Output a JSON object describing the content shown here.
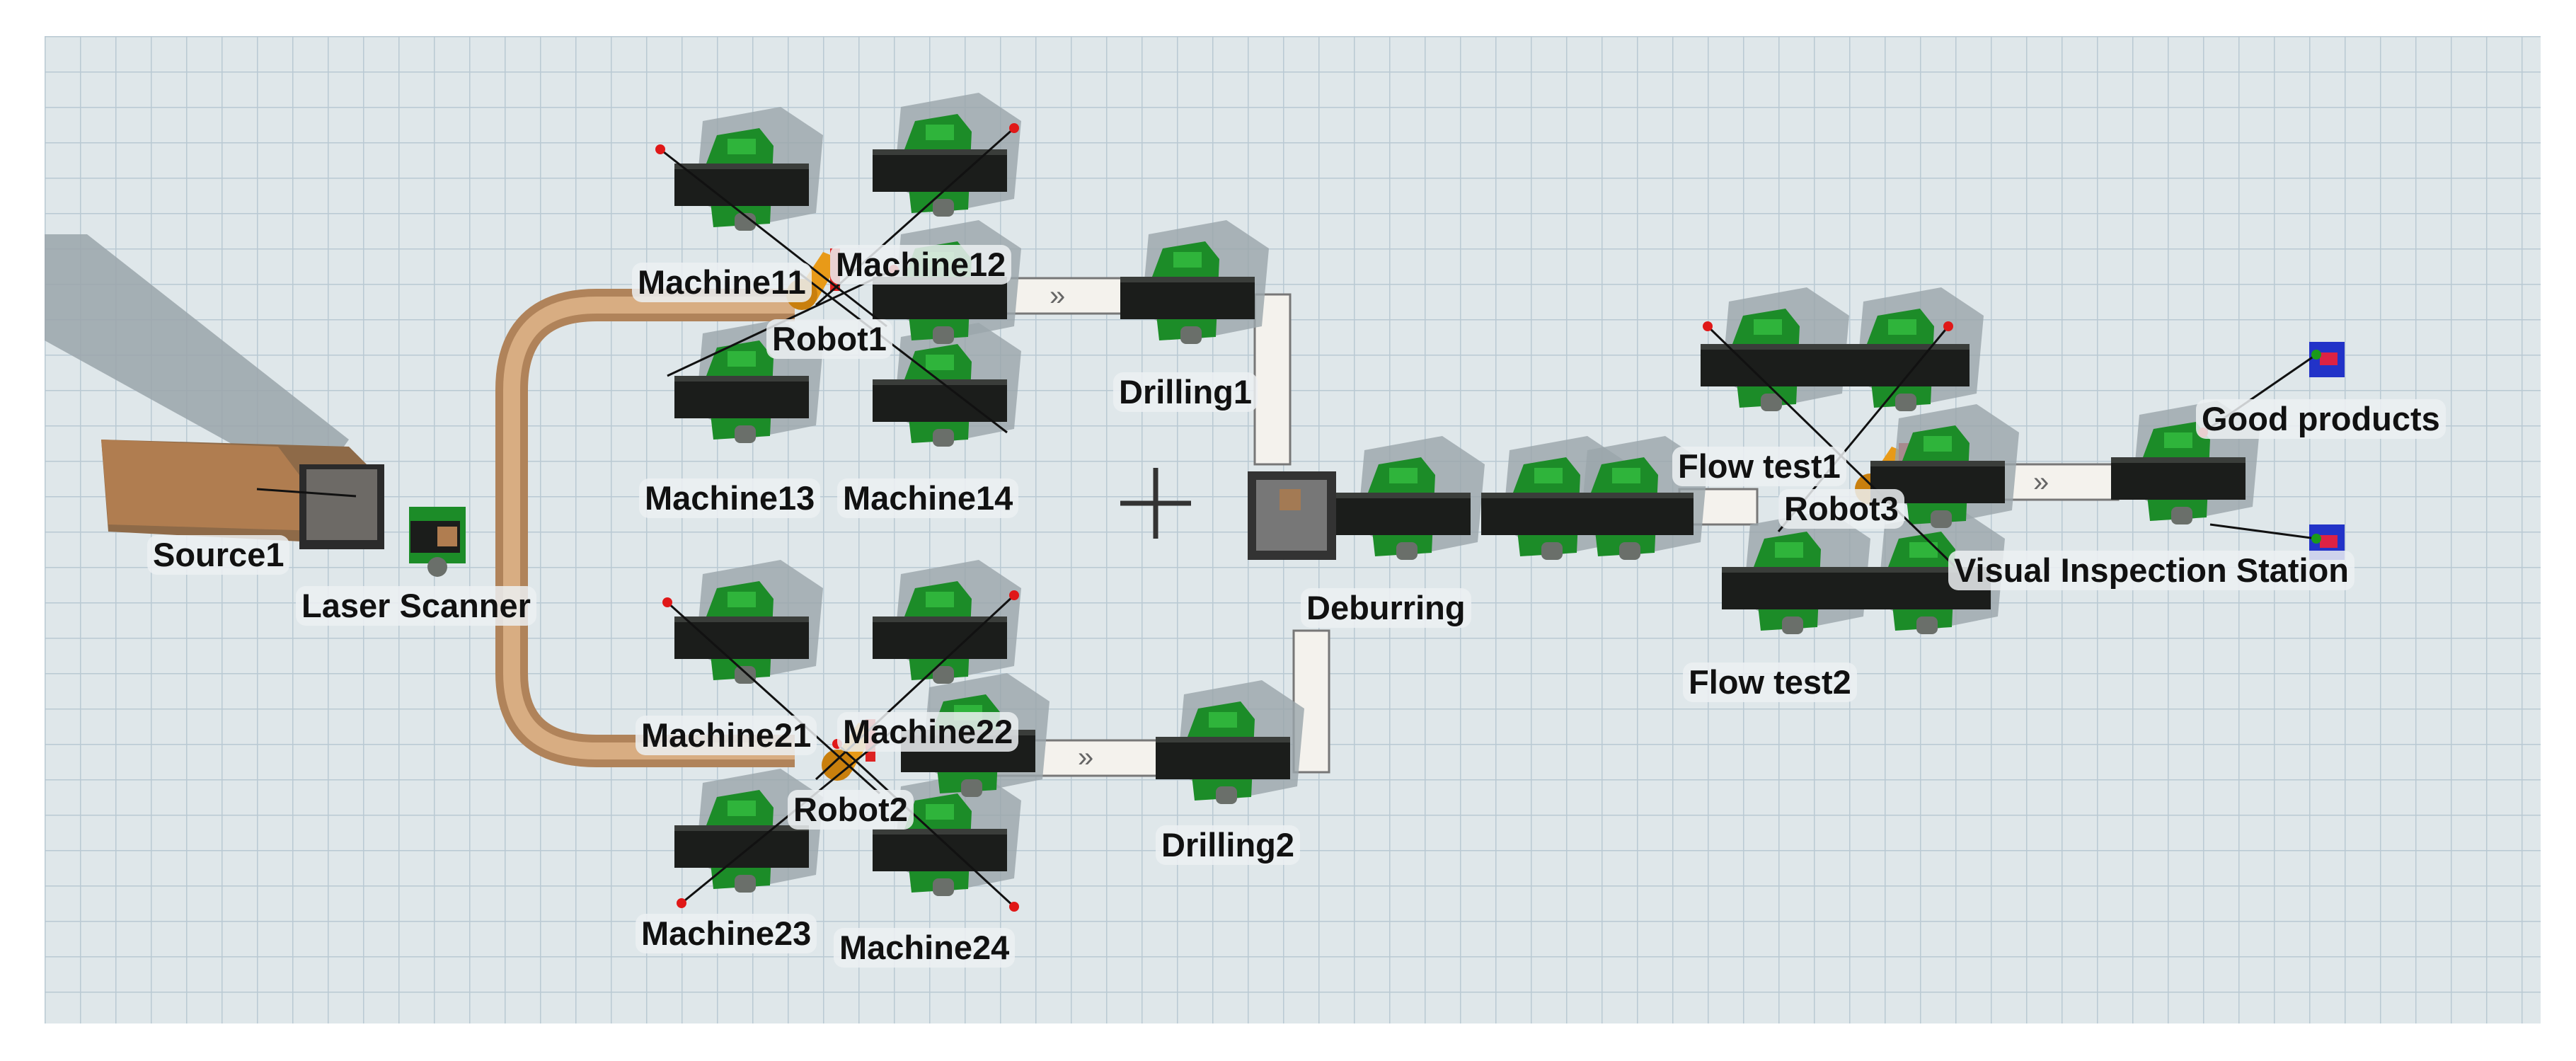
{
  "window": {
    "background": "#dfe7ea",
    "grid_color": "#b9c9d3"
  },
  "colors": {
    "conveyor_outer": "#b0835a",
    "conveyor_inner": "#d8ad82",
    "straight_conveyor": "#f4f2ed",
    "machine_base": "#1c8c28",
    "machine_body": "#1b1d1b",
    "robot": "#e89a18",
    "source_box": "#b07d50",
    "sink": "#2233c8",
    "shadow": "#9aa5aa"
  },
  "objects": [
    {
      "id": "source1",
      "label": "Source1",
      "type": "source",
      "icon": "source-stack"
    },
    {
      "id": "laser-scanner",
      "label": "Laser Scanner",
      "type": "processor",
      "icon": "machine-icon"
    },
    {
      "id": "machine11",
      "label": "Machine11",
      "type": "processor",
      "icon": "machine-icon"
    },
    {
      "id": "machine12",
      "label": "Machine12",
      "type": "processor",
      "icon": "machine-icon"
    },
    {
      "id": "machine13",
      "label": "Machine13",
      "type": "processor",
      "icon": "machine-icon"
    },
    {
      "id": "machine14",
      "label": "Machine14",
      "type": "processor",
      "icon": "machine-icon"
    },
    {
      "id": "robot1",
      "label": "Robot1",
      "type": "robot",
      "icon": "robot-arm-icon"
    },
    {
      "id": "machine21",
      "label": "Machine21",
      "type": "processor",
      "icon": "machine-icon"
    },
    {
      "id": "machine22",
      "label": "Machine22",
      "type": "processor",
      "icon": "machine-icon"
    },
    {
      "id": "machine23",
      "label": "Machine23",
      "type": "processor",
      "icon": "machine-icon"
    },
    {
      "id": "machine24",
      "label": "Machine24",
      "type": "processor",
      "icon": "machine-icon"
    },
    {
      "id": "robot2",
      "label": "Robot2",
      "type": "robot",
      "icon": "robot-arm-icon"
    },
    {
      "id": "drilling1",
      "label": "Drilling1",
      "type": "processor",
      "icon": "machine-icon"
    },
    {
      "id": "drilling2",
      "label": "Drilling2",
      "type": "processor",
      "icon": "machine-icon"
    },
    {
      "id": "deburring",
      "label": "Deburring",
      "type": "combiner",
      "icon": "queue-box-icon"
    },
    {
      "id": "flow-test1",
      "label": "Flow test1",
      "type": "processor",
      "icon": "machine-icon"
    },
    {
      "id": "flow-test2",
      "label": "Flow test2",
      "type": "processor",
      "icon": "machine-icon"
    },
    {
      "id": "robot3",
      "label": "Robot3",
      "type": "robot",
      "icon": "robot-arm-icon"
    },
    {
      "id": "visual-inspection",
      "label": "Visual Inspection Station",
      "type": "processor",
      "icon": "machine-icon"
    },
    {
      "id": "good-products",
      "label": "Good products",
      "type": "sink",
      "icon": "sink-icon"
    }
  ],
  "center_marker_icon": "crosshair-icon"
}
